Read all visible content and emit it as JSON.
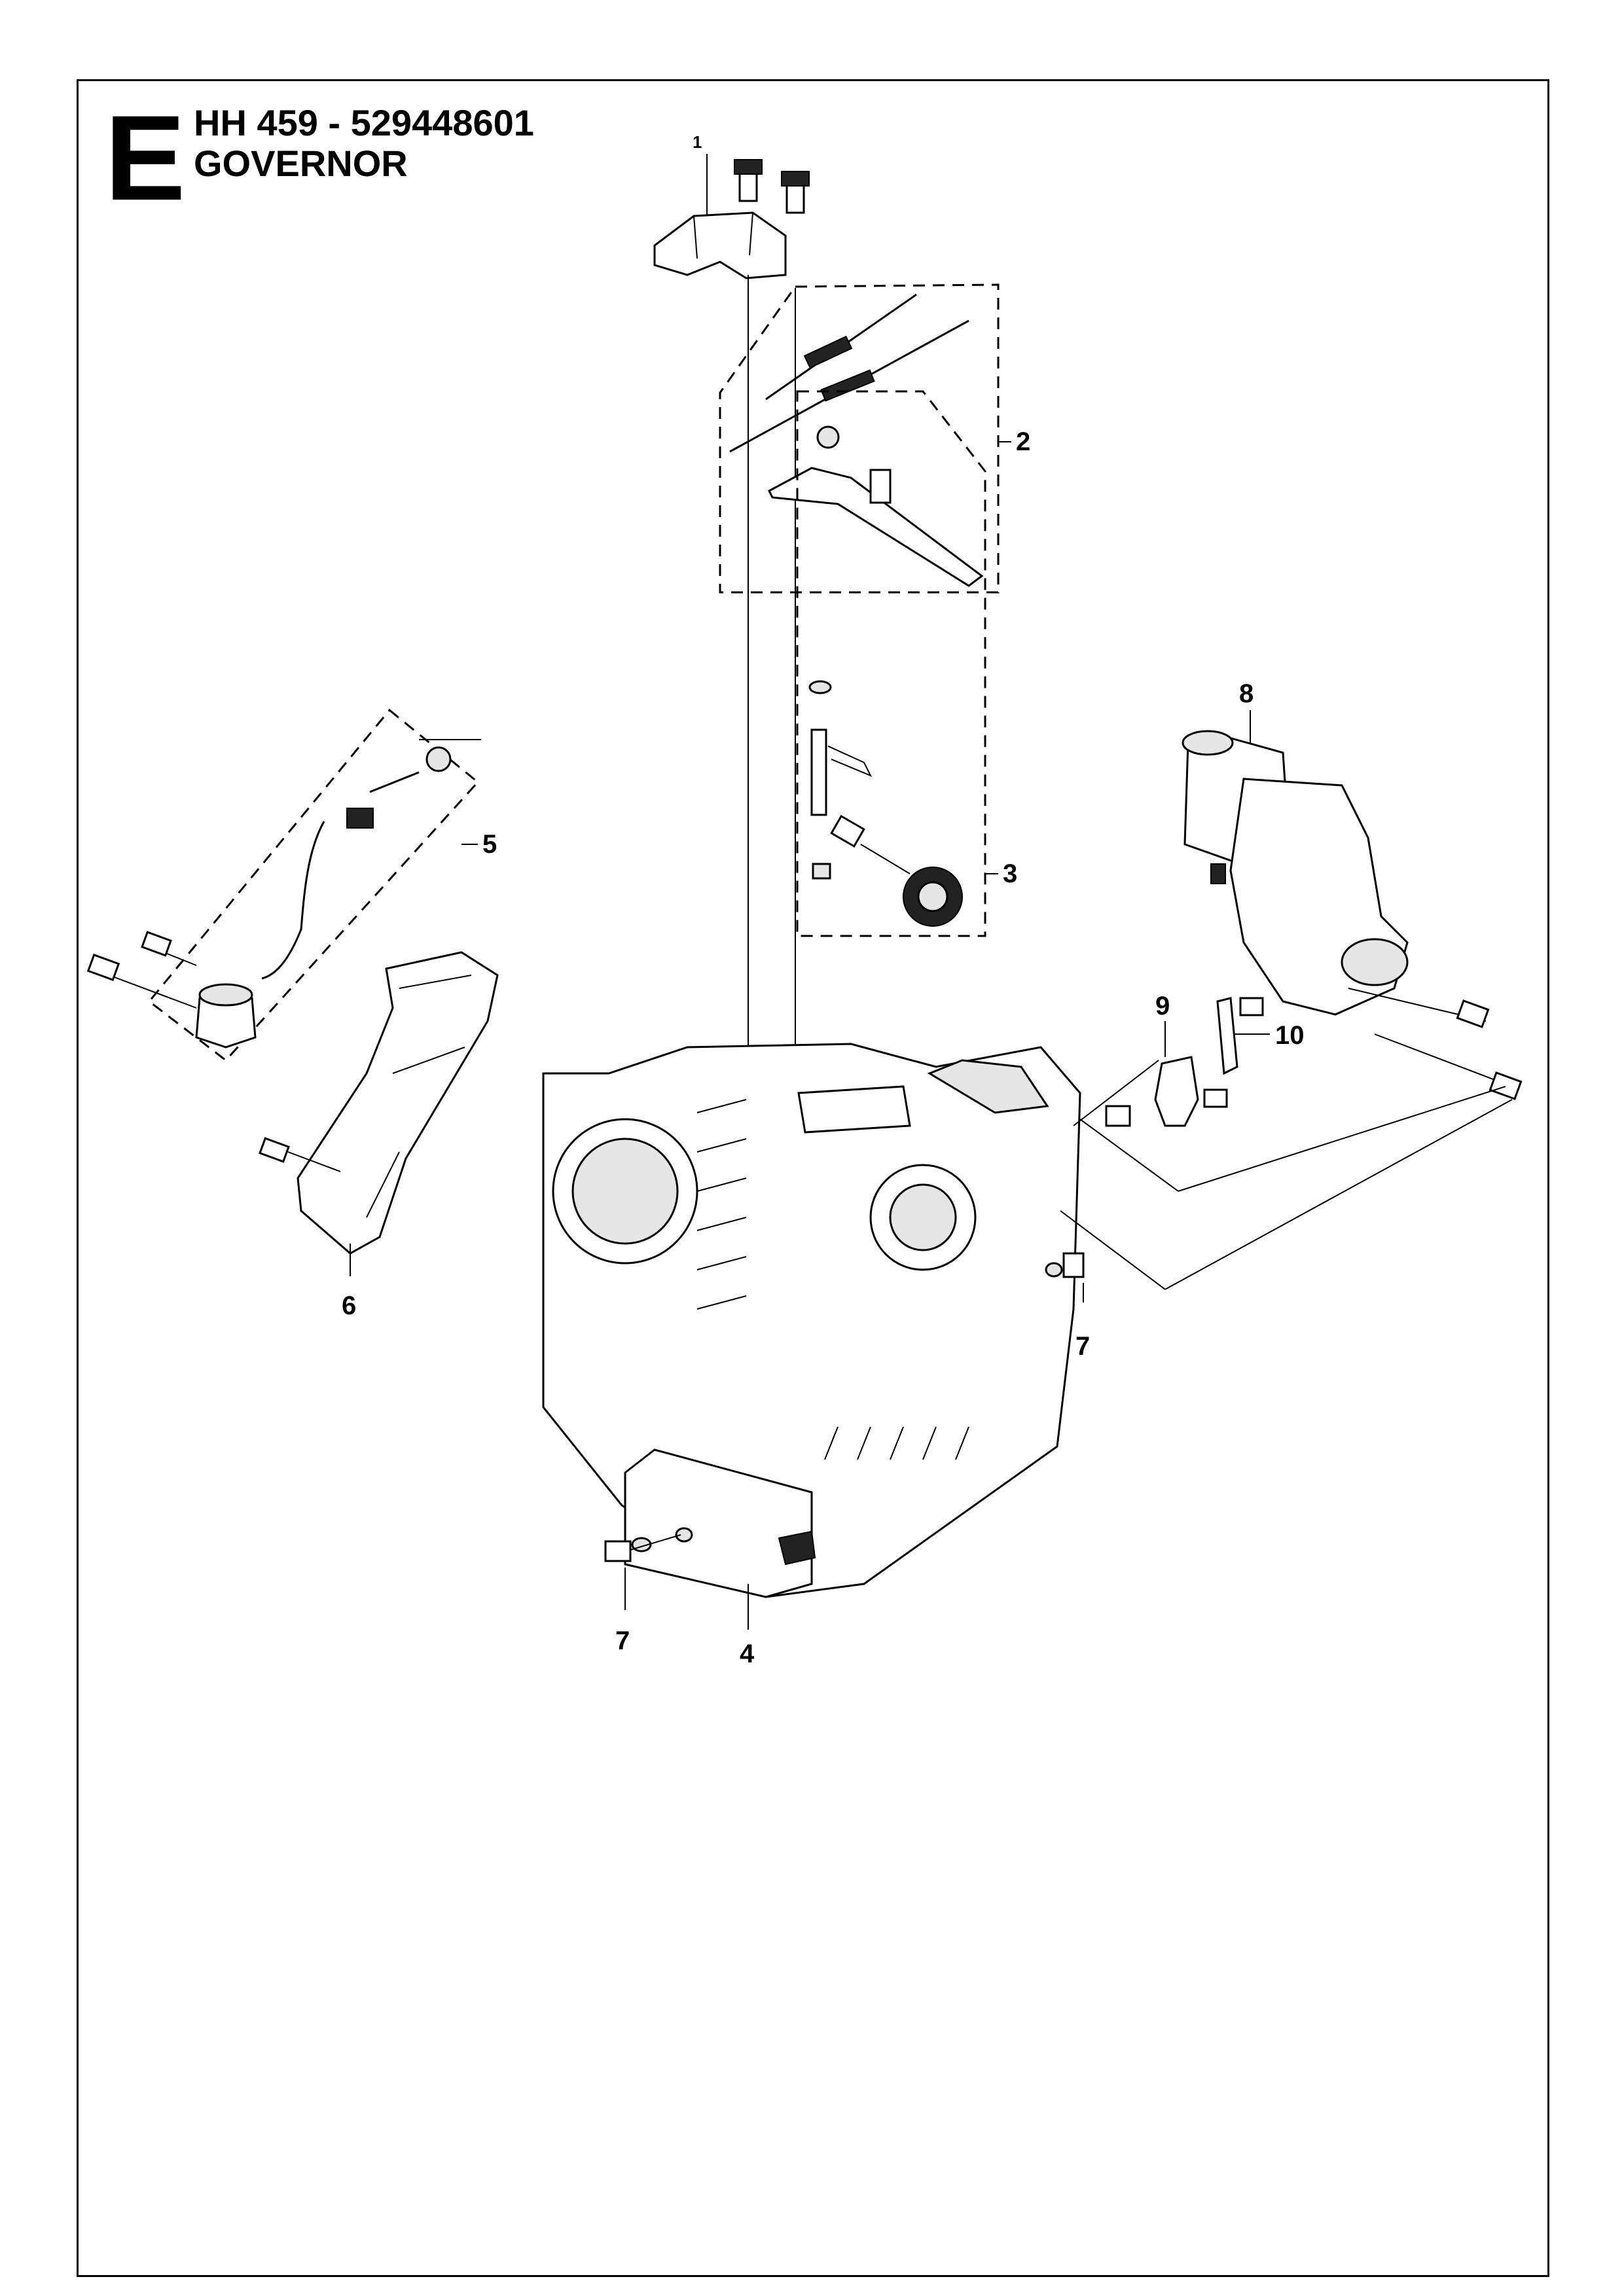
{
  "header": {
    "section_letter": "E",
    "model_line": "HH 459 - 529448601",
    "group_name": "GOVERNOR"
  },
  "callouts": {
    "c1": "1",
    "c2": "2",
    "c3": "3",
    "c4": "4",
    "c5": "5",
    "c6": "6",
    "c7a": "7",
    "c7b": "7",
    "c8": "8",
    "c9": "9",
    "c10": "10"
  },
  "colors": {
    "ink": "#000000",
    "paper": "#ffffff"
  }
}
